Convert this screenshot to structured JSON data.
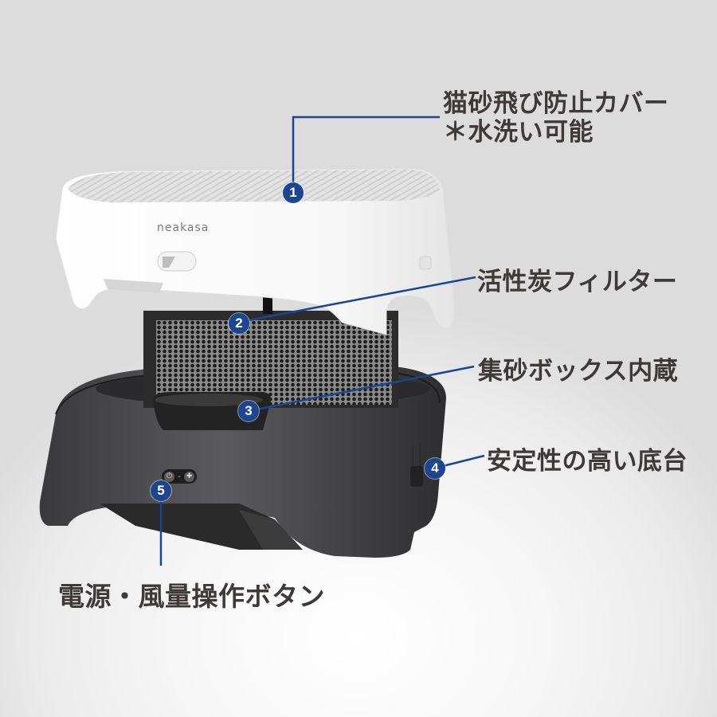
{
  "product": {
    "brand": "neakasa",
    "accent_color": "#1d4590",
    "text_color": "#3f3a3a"
  },
  "callouts": [
    {
      "number": "1",
      "label_line1": "猫砂飛び防止カバー",
      "label_line2": "＊水洗い可能"
    },
    {
      "number": "2",
      "label_line1": "活性炭フィルター"
    },
    {
      "number": "3",
      "label_line1": "集砂ボックス内蔵"
    },
    {
      "number": "4",
      "label_line1": "安定性の高い底台"
    },
    {
      "number": "5",
      "label_line1": "電源・風量操作ボタン"
    }
  ],
  "control_panel": {
    "power_icon": "power-icon",
    "minus_label": "-",
    "plus_icon": "fan-plus-icon"
  }
}
